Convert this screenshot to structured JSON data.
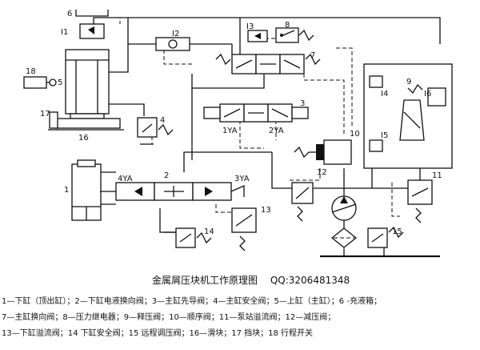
{
  "diagram": {
    "component_numbers": [
      "1",
      "2",
      "3",
      "4",
      "5",
      "6",
      "7",
      "8",
      "9",
      "10",
      "11",
      "12",
      "13",
      "14",
      "15",
      "16",
      "17",
      "18"
    ],
    "port_labels": [
      "I1",
      "I2",
      "I3",
      "I4",
      "I5",
      "I6"
    ],
    "solenoids": [
      "1YA",
      "2YA",
      "3YA",
      "4YA"
    ]
  },
  "caption": {
    "title": "金属屑压块机工作原理图",
    "qq": "QQ:3206481348"
  },
  "legend": [
    "1—下缸（顶出缸）；2—下缸电液换向阀；3—主缸先导阀；4—主缸安全阀；5—上缸（主缸）；6 -充液箱；",
    "7—主缸换向阀；8—压力继电器；9—释压阀；10—顺序阀；11—泵站溢流阀；12—减压阀；",
    "13—下缸溢流阀；14  下缸安全阀；15  远程调压阀；16—滑块；17   挡块；18   行程开关"
  ]
}
